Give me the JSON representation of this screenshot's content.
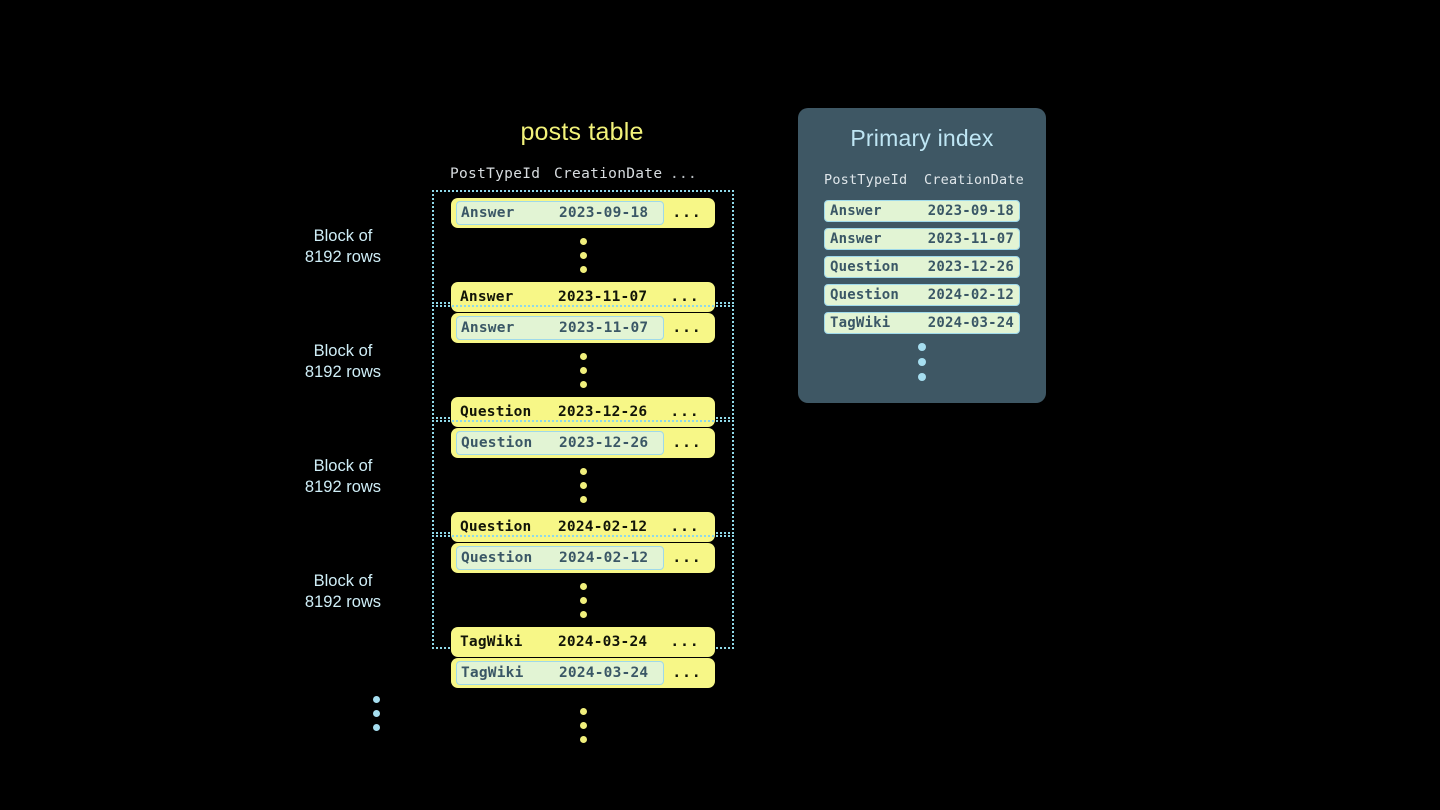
{
  "posts_table": {
    "title": "posts table",
    "columns": [
      "PostTypeId",
      "CreationDate",
      "..."
    ],
    "ellipsis_cell": "...",
    "block_label_line1": "Block of",
    "block_label_line2": "8192 rows",
    "blocks": [
      {
        "label_line1": "Block of",
        "label_line2": "8192 rows",
        "first_row": {
          "post_type_id": "Answer",
          "creation_date": "2023-09-18",
          "more": "...",
          "highlighted": true
        },
        "last_row": {
          "post_type_id": "Answer",
          "creation_date": "2023-11-07",
          "more": "...",
          "highlighted": false
        }
      },
      {
        "label_line1": "Block of",
        "label_line2": "8192 rows",
        "first_row": {
          "post_type_id": "Answer",
          "creation_date": "2023-11-07",
          "more": "...",
          "highlighted": true
        },
        "last_row": {
          "post_type_id": "Question",
          "creation_date": "2023-12-26",
          "more": "...",
          "highlighted": false
        }
      },
      {
        "label_line1": "Block of",
        "label_line2": "8192 rows",
        "first_row": {
          "post_type_id": "Question",
          "creation_date": "2023-12-26",
          "more": "...",
          "highlighted": true
        },
        "last_row": {
          "post_type_id": "Question",
          "creation_date": "2024-02-12",
          "more": "...",
          "highlighted": false
        }
      },
      {
        "label_line1": "Block of",
        "label_line2": "8192 rows",
        "first_row": {
          "post_type_id": "Question",
          "creation_date": "2024-02-12",
          "more": "...",
          "highlighted": true
        },
        "last_row": {
          "post_type_id": "TagWiki",
          "creation_date": "2024-03-24",
          "more": "...",
          "highlighted": false
        }
      }
    ],
    "trailing_row": {
      "post_type_id": "TagWiki",
      "creation_date": "2024-03-24",
      "more": "...",
      "highlighted": true
    }
  },
  "primary_index": {
    "title": "Primary index",
    "columns": [
      "PostTypeId",
      "CreationDate"
    ],
    "rows": [
      {
        "post_type_id": "Answer",
        "creation_date": "2023-09-18"
      },
      {
        "post_type_id": "Answer",
        "creation_date": "2023-11-07"
      },
      {
        "post_type_id": "Question",
        "creation_date": "2023-12-26"
      },
      {
        "post_type_id": "Question",
        "creation_date": "2024-02-12"
      },
      {
        "post_type_id": "TagWiki",
        "creation_date": "2024-03-24"
      }
    ]
  },
  "colors": {
    "background": "#000000",
    "row_yellow": "#f7f787",
    "highlight_green": "#e2f4d4",
    "highlight_border": "#9fd9ea",
    "cyan_text": "#cfeef7",
    "title_yellow": "#f2f27a",
    "index_panel": "#3e5764",
    "index_title": "#bfe6f4",
    "dot_yellow": "#f0ef7c",
    "dot_cyan": "#a6def0"
  }
}
